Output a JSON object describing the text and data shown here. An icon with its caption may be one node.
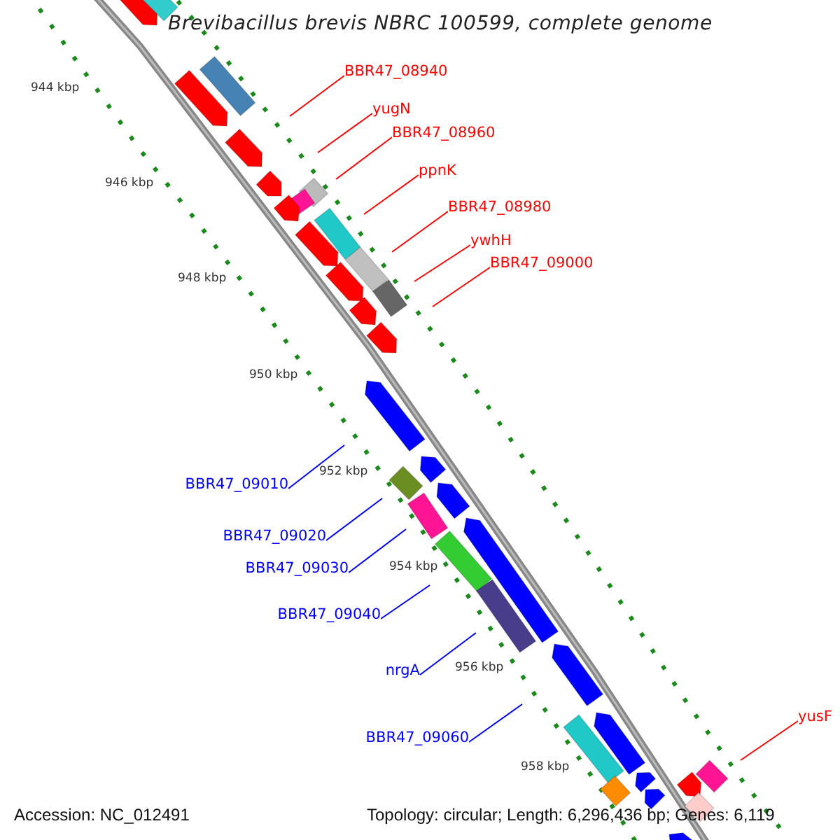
{
  "diagram": {
    "title": "Brevibacillus brevis NBRC 100599, complete genome",
    "nodes": [
      {
        "text": [
          "BBR47_08940"
        ]
      },
      {
        "text": [
          "yugN"
        ]
      },
      {
        "text": [
          "BBR47_08960"
        ]
      },
      {
        "text": [
          "ppnK"
        ]
      },
      {
        "text": [
          "BBR47_08980"
        ]
      },
      {
        "text": [
          "ywhH"
        ]
      },
      {
        "text": [
          "BBR47_09000"
        ]
      },
      {
        "text": [
          "BBR47_09010"
        ]
      },
      {
        "text": [
          "BBR47_09020"
        ]
      },
      {
        "text": [
          "BBR47_09030"
        ]
      },
      {
        "text": [
          "BBR47_09040"
        ]
      },
      {
        "text": [
          "nrgA"
        ]
      },
      {
        "text": [
          "BBR47_09060"
        ]
      },
      {
        "text": [
          "yusF"
        ]
      }
    ],
    "edges": [
      {
        "from": 0,
        "to": null,
        "arrow": "none"
      },
      {
        "from": 1,
        "to": null,
        "arrow": "none"
      },
      {
        "from": 2,
        "to": null,
        "arrow": "none"
      },
      {
        "from": 3,
        "to": null,
        "arrow": "none"
      },
      {
        "from": 4,
        "to": null,
        "arrow": "none"
      },
      {
        "from": 5,
        "to": null,
        "arrow": "none"
      },
      {
        "from": 6,
        "to": null,
        "arrow": "none"
      },
      {
        "from": 7,
        "to": null,
        "arrow": "none",
        "color": "#0000ff"
      },
      {
        "from": 8,
        "to": null,
        "arrow": "none",
        "color": "#0000ff"
      },
      {
        "from": 9,
        "to": null,
        "arrow": "none",
        "color": "#0000ff"
      },
      {
        "from": 10,
        "to": null,
        "arrow": "none",
        "color": "#0000ff"
      },
      {
        "from": 11,
        "to": null,
        "arrow": "none",
        "color": "#0000ff"
      },
      {
        "from": 12,
        "to": null,
        "arrow": "none",
        "color": "#0000ff"
      },
      {
        "from": 13,
        "to": null,
        "arrow": "none"
      }
    ],
    "labels": [
      "944 kbp",
      "946 kbp",
      "948 kbp",
      "950 kbp",
      "952 kbp",
      "954 kbp",
      "956 kbp",
      "958 kbp",
      "Accession: NC_012491",
      "Topology: circular; Length: 6,296,436 bp; Genes: 6,119"
    ]
  }
}
